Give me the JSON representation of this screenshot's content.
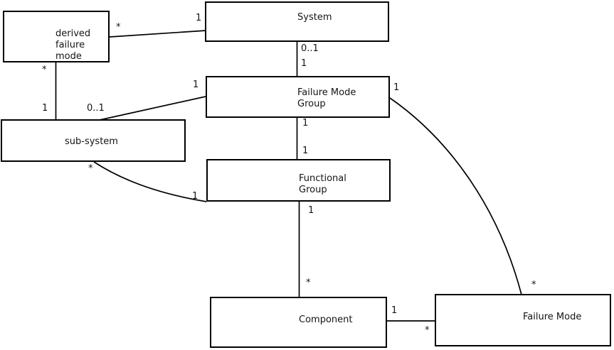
{
  "colors": {
    "background": "#ffffff",
    "line": "#000000",
    "text": "#141414"
  },
  "nodes": {
    "derived_failure_mode": {
      "line1": "derived",
      "line2": "failure",
      "line3": "mode"
    },
    "system": {
      "label": "System"
    },
    "failure_mode_group": {
      "line1": "Failure Mode",
      "line2": "Group"
    },
    "sub_system": {
      "label": "sub-system"
    },
    "functional_group": {
      "line1": "Functional",
      "line2": "Group"
    },
    "component": {
      "label": "Component"
    },
    "failure_mode": {
      "label": "Failure Mode"
    }
  },
  "relations": {
    "system_derived_failure_mode": {
      "from": "System",
      "to": "derived failure mode",
      "from_mult": "1",
      "to_mult": "*"
    },
    "system_failure_mode_group": {
      "from": "System",
      "to": "Failure Mode Group",
      "from_mult": "0..1",
      "to_mult": "1"
    },
    "derived_failure_mode_sub_system": {
      "from": "derived failure mode",
      "to": "sub-system",
      "from_mult": "*",
      "to_mult": "1"
    },
    "failure_mode_group_sub_system": {
      "from": "Failure Mode Group",
      "to": "sub-system",
      "from_mult": "1",
      "to_mult": "0..1"
    },
    "failure_mode_group_functional_group": {
      "from": "Failure Mode Group",
      "to": "Functional Group",
      "from_mult": "1",
      "to_mult": "1"
    },
    "sub_system_functional_group": {
      "from": "sub-system",
      "to": "Functional Group",
      "from_mult": "*",
      "to_mult": "1"
    },
    "functional_group_component": {
      "from": "Functional Group",
      "to": "Component",
      "from_mult": "1",
      "to_mult": "*"
    },
    "component_failure_mode": {
      "from": "Component",
      "to": "Failure Mode",
      "from_mult": "1",
      "to_mult": "*"
    },
    "failure_mode_group_failure_mode": {
      "from": "Failure Mode Group",
      "to": "Failure Mode",
      "from_mult": "1",
      "to_mult": "*"
    }
  }
}
